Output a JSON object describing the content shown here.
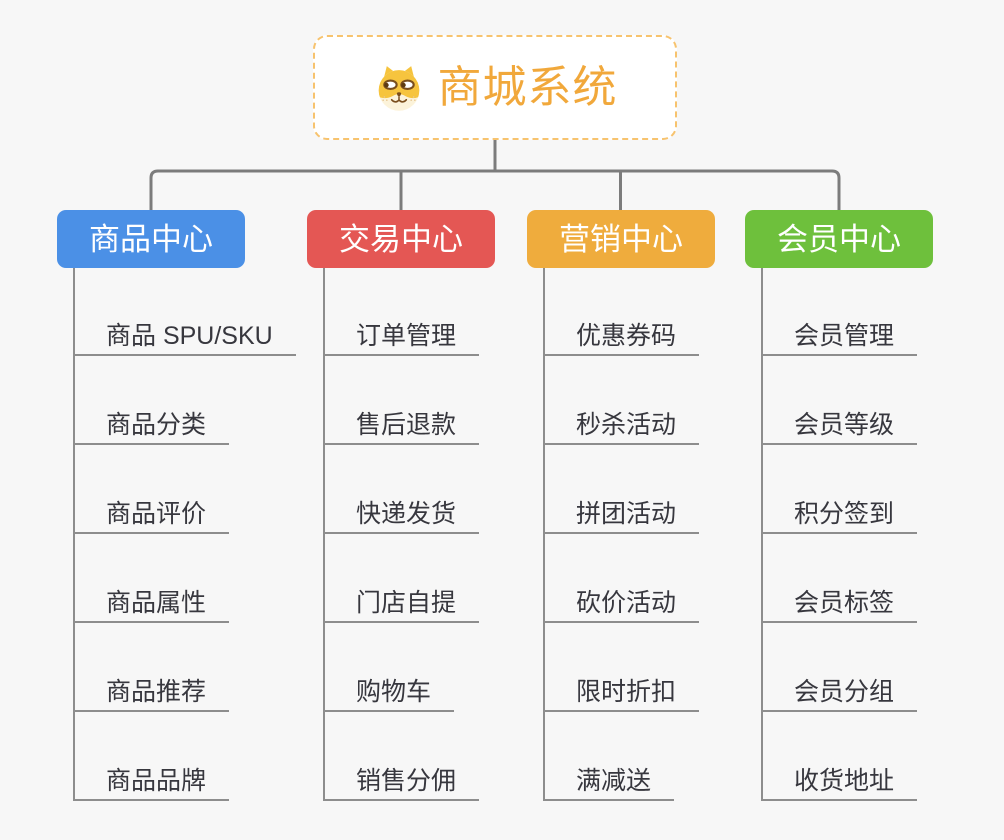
{
  "root": {
    "title": "商城系统",
    "icon": "shiba-dog-face"
  },
  "tree": {
    "branches": [
      {
        "label": "商品中心",
        "color": "#4B90E6",
        "items": [
          "商品 SPU/SKU",
          "商品分类",
          "商品评价",
          "商品属性",
          "商品推荐",
          "商品品牌"
        ]
      },
      {
        "label": "交易中心",
        "color": "#E45754",
        "items": [
          "订单管理",
          "售后退款",
          "快递发货",
          "门店自提",
          "购物车",
          "销售分佣"
        ]
      },
      {
        "label": "营销中心",
        "color": "#EFAC3D",
        "items": [
          "优惠券码",
          "秒杀活动",
          "拼团活动",
          "砍价活动",
          "限时折扣",
          "满减送"
        ]
      },
      {
        "label": "会员中心",
        "color": "#6EC03C",
        "items": [
          "会员管理",
          "会员等级",
          "积分签到",
          "会员标签",
          "会员分组",
          "收货地址"
        ]
      }
    ]
  },
  "colors": {
    "background": "#F7F7F7",
    "connector": "#7C7C7C",
    "underline": "#8D8D8D",
    "root_accent": "#F1A83B",
    "root_border": "#F7C36E",
    "item_text": "#37373E"
  }
}
